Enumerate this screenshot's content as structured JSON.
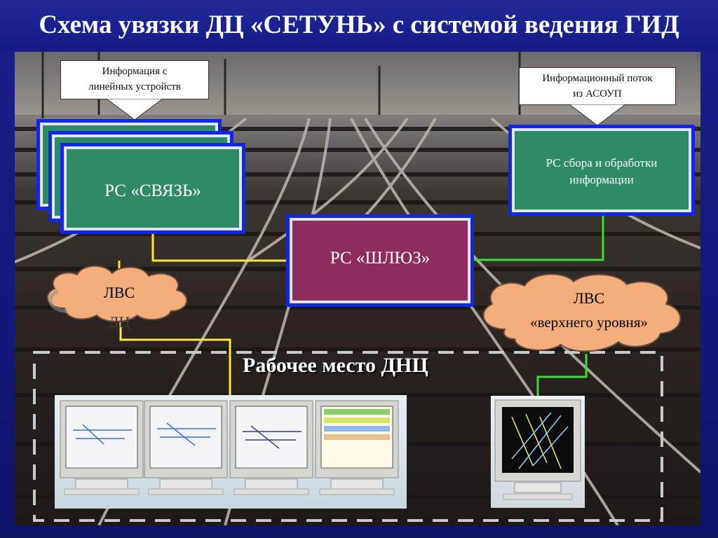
{
  "title": "Схема увязки ДЦ «СЕТУНЬ» с системой ведения ГИД",
  "callout_left": {
    "line1": "Информация с",
    "line2": "линейных устройств"
  },
  "callout_right": {
    "line1": "Информационный поток",
    "line2": "из АСОУП"
  },
  "box_svyaz": "РС «СВЯЗЬ»",
  "box_shlyuz": "РС «ШЛЮЗ»",
  "box_sbor": {
    "line1": "РС сбора и обработки",
    "line2": "информации"
  },
  "cloud_left": {
    "line1": "ЛВС",
    "line2": "ДЦ"
  },
  "cloud_right": {
    "line1": "ЛВС",
    "line2": "«верхнего уровня»"
  },
  "workplace_label": "Рабочее место ДНЦ",
  "colors": {
    "title_bg": "#1a1f86",
    "box_green": "#2f8a66",
    "box_purple": "#8e2c5c",
    "box_border": "#1226e6",
    "cloud": "#f4ae7c",
    "line_yellow": "#ffe43a",
    "line_green": "#36e13a"
  }
}
